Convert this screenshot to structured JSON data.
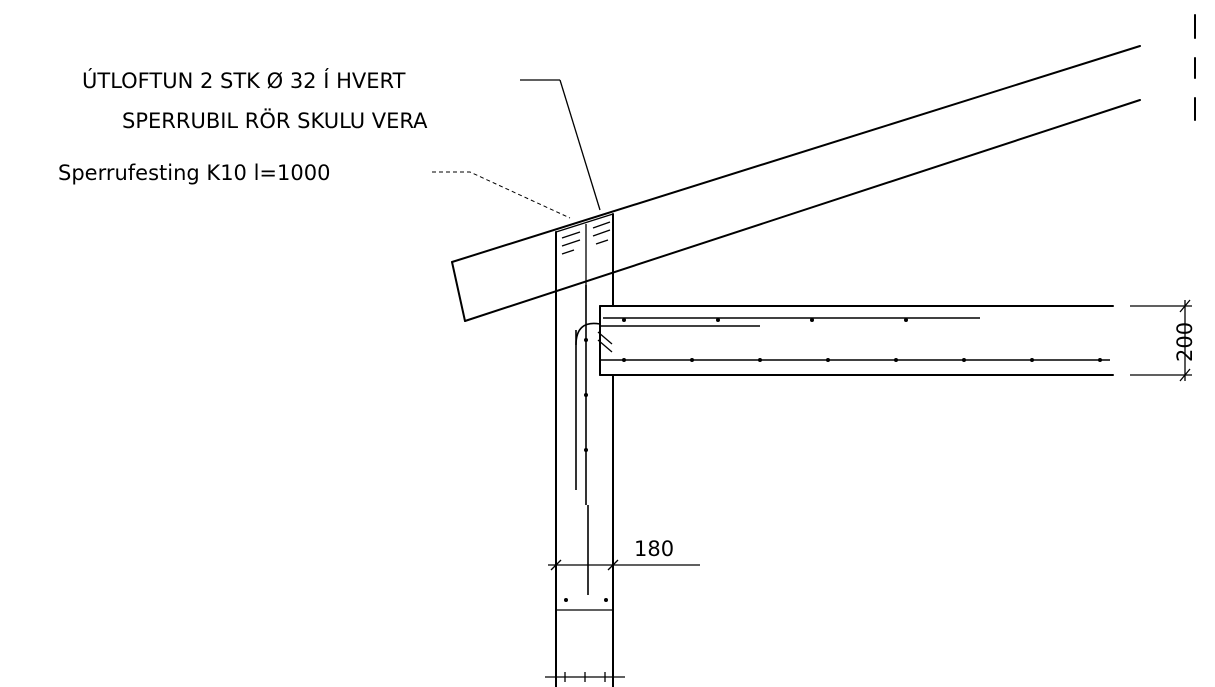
{
  "annotations": {
    "vent_line1": "ÚTLOFTUN 2 STK Ø 32 Í HVERT",
    "vent_line2": "SPERRUBIL RÖR SKULU VERA",
    "rafter_fixing": "Sperrufesting K10 l=1000"
  },
  "dimensions": {
    "slab_thickness": "200",
    "wall_thickness": "180"
  }
}
